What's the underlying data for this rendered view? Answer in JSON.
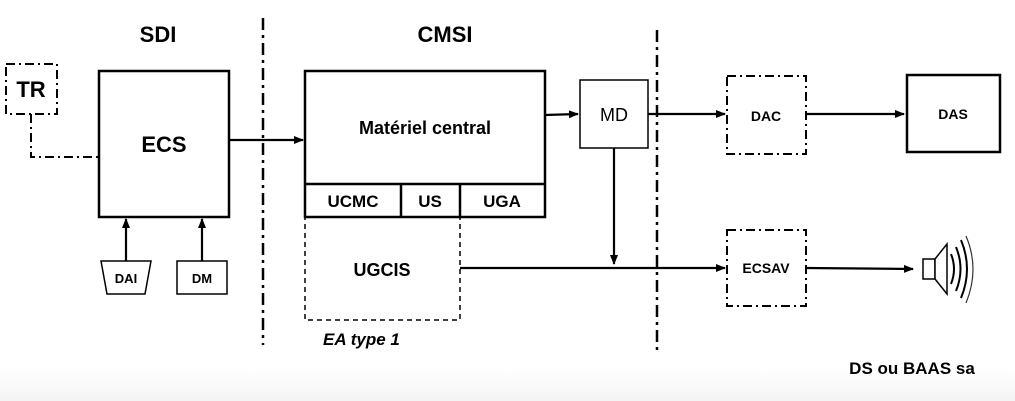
{
  "labels": {
    "sdi": "SDI",
    "cmsi": "CMSI",
    "tr": "TR",
    "ecs": "ECS",
    "dai": "DAI",
    "dm": "DM",
    "materiel_central": "Matériel central",
    "ucmc": "UCMC",
    "us": "US",
    "uga": "UGA",
    "ugcis": "UGCIS",
    "ea_type": "EA type 1",
    "md": "MD",
    "dac": "DAC",
    "das": "DAS",
    "ecsav": "ECSAV",
    "ds_baas": "DS ou BAAS sa"
  },
  "icons": {
    "speaker": "speaker-icon"
  }
}
